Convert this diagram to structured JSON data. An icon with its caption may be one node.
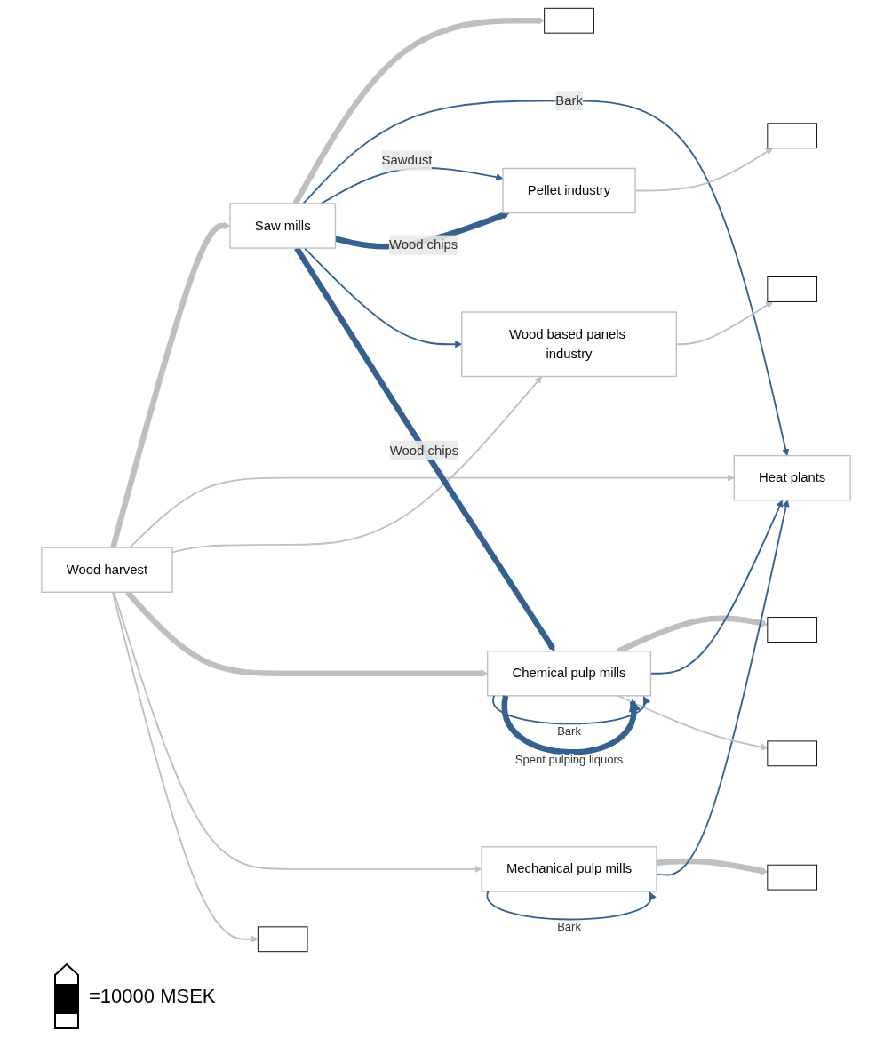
{
  "diagram": {
    "nodes": [
      {
        "text": [
          "Heat plants"
        ]
      },
      {
        "text": [
          "Saw mills"
        ]
      },
      {
        "text": [
          "Wood harvest"
        ]
      },
      {
        "text": [
          "Pellet industry"
        ]
      },
      {
        "text": [
          "Wood based panels industry"
        ]
      },
      {
        "text": [
          "Chemical pulp mills"
        ]
      },
      {
        "text": [
          "Mechanical pulp mills"
        ]
      }
    ],
    "edges": [
      {
        "from": 2,
        "to": 1,
        "arrow": "to",
        "style": "thick"
      },
      {
        "from": 2,
        "to": 0,
        "arrow": "to"
      },
      {
        "from": 2,
        "to": 4,
        "arrow": "to"
      },
      {
        "from": 2,
        "to": 5,
        "arrow": "to",
        "style": "thick"
      },
      {
        "from": 2,
        "to": 6,
        "arrow": "to"
      },
      {
        "from": 2,
        "to": null,
        "arrow": "to"
      },
      {
        "from": 1,
        "to": null,
        "arrow": "to",
        "style": "thick"
      },
      {
        "from": 1,
        "to": 0,
        "arrow": "to",
        "label": "Bark",
        "color": "#35618f"
      },
      {
        "from": 1,
        "to": 3,
        "arrow": "to",
        "label": "Sawdust",
        "color": "#35618f"
      },
      {
        "from": 1,
        "to": 3,
        "arrow": "to",
        "label": "Wood chips",
        "style": "thick",
        "color": "#35618f"
      },
      {
        "from": 1,
        "to": 4,
        "arrow": "to",
        "color": "#35618f"
      },
      {
        "from": 1,
        "to": 5,
        "arrow": "to",
        "label": "Wood chips",
        "style": "thick",
        "color": "#35618f"
      },
      {
        "from": 3,
        "to": null,
        "arrow": "to"
      },
      {
        "from": 4,
        "to": null,
        "arrow": "to"
      },
      {
        "from": 5,
        "to": null,
        "arrow": "to",
        "style": "thick"
      },
      {
        "from": 5,
        "to": 5,
        "arrow": "to",
        "label": "Bark",
        "color": "#35618f"
      },
      {
        "from": 5,
        "to": 5,
        "arrow": "to",
        "label": "Spent pulping liquors",
        "style": "thick",
        "color": "#35618f"
      },
      {
        "from": 5,
        "to": 0,
        "arrow": "to",
        "color": "#35618f"
      },
      {
        "from": 6,
        "to": null,
        "arrow": "to",
        "style": "thick"
      },
      {
        "from": 6,
        "to": 6,
        "arrow": "to",
        "label": "Bark",
        "color": "#35618f"
      },
      {
        "from": 6,
        "to": 0,
        "arrow": "to",
        "color": "#35618f"
      },
      {
        "from": 5,
        "to": null,
        "arrow": "to"
      }
    ],
    "labels": [
      "=10000 MSEK"
    ]
  }
}
